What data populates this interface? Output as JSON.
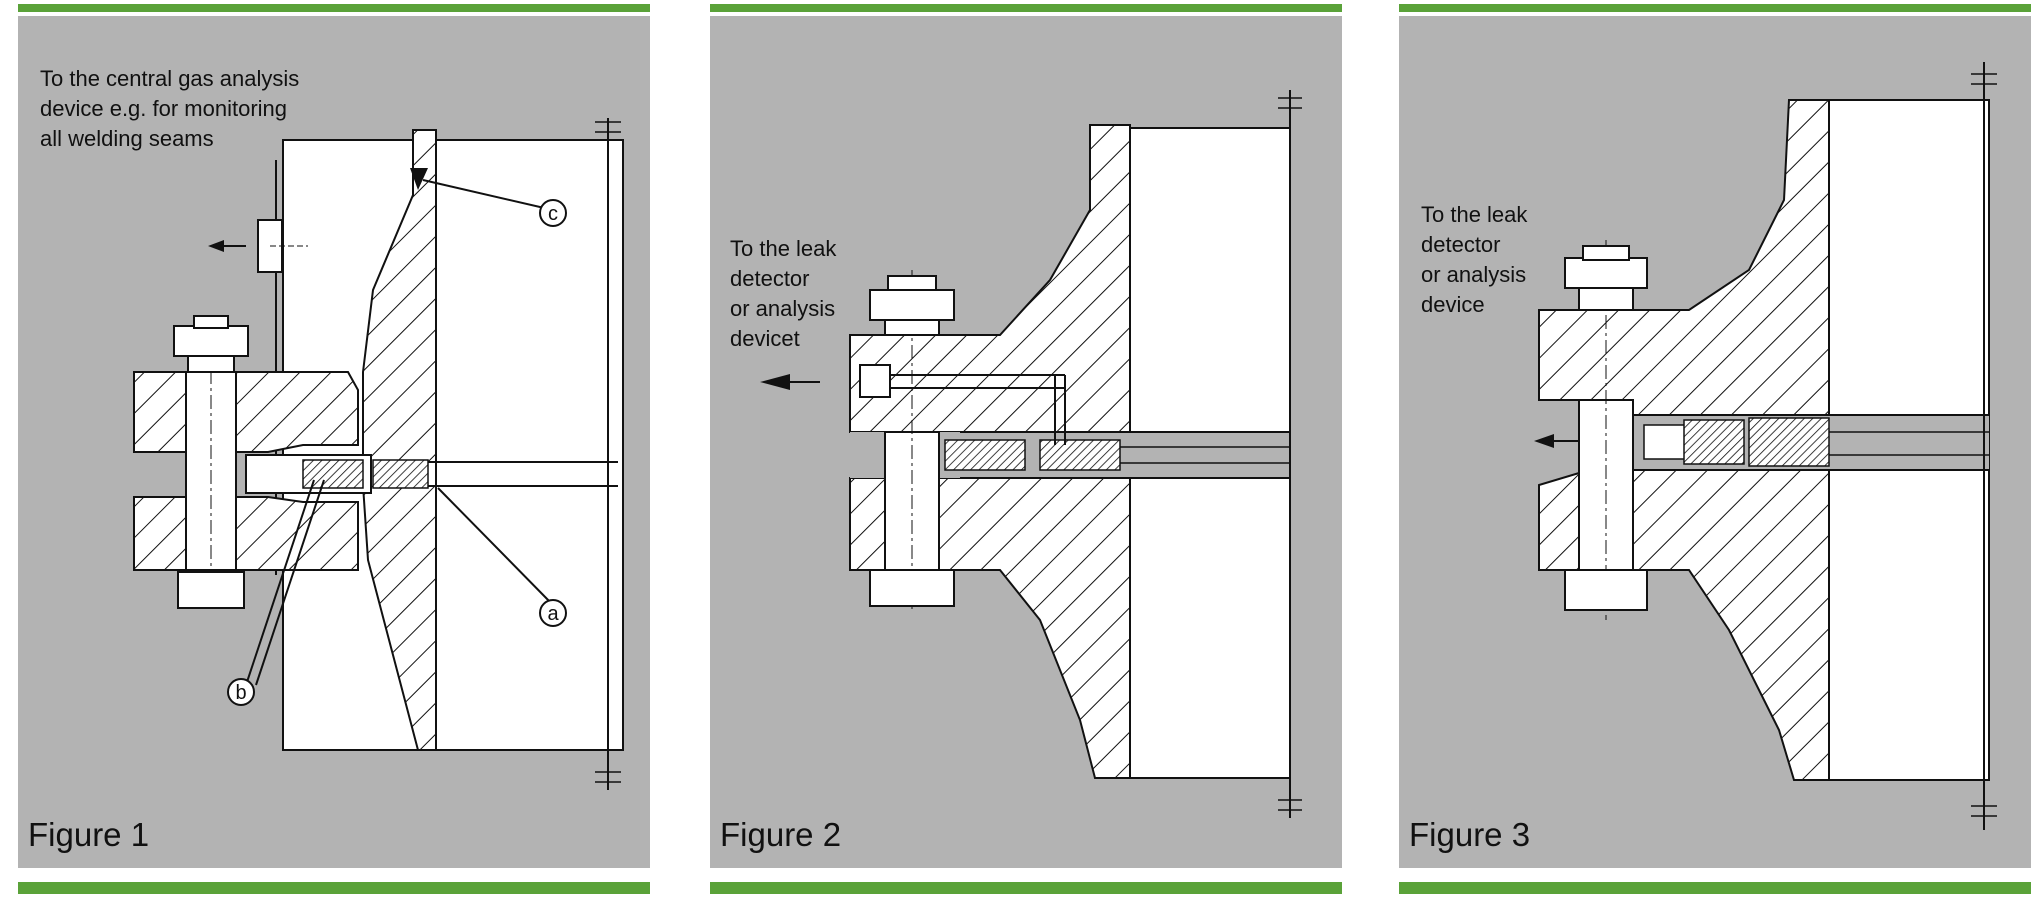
{
  "colors": {
    "accent_green": "#5aa239",
    "panel_bg": "#b3b3b3",
    "drawing_fill": "#ffffff",
    "line": "#111111"
  },
  "figures": [
    {
      "caption": "Figure 1",
      "note": "To the central gas analysis\ndevice e.g. for monitoring\nall welding seams",
      "callouts": {
        "a": "a",
        "b": "b",
        "c": "c"
      }
    },
    {
      "caption": "Figure 2",
      "note": "To the leak\ndetector\nor analysis\ndevicet"
    },
    {
      "caption": "Figure 3",
      "note": "To the leak\ndetector\n or analysis\ndevice"
    }
  ]
}
